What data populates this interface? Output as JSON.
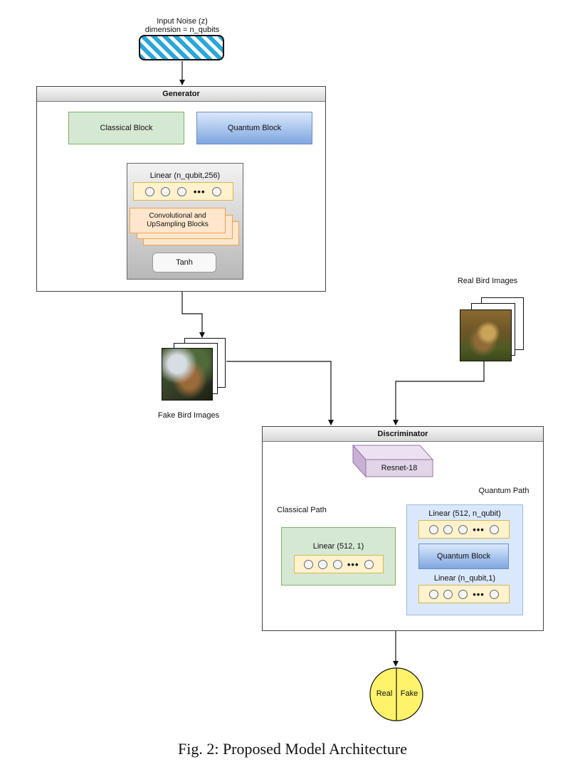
{
  "input_noise": {
    "line1": "Input Noise (z)",
    "line2": "dimension = n_qubits"
  },
  "generator": {
    "title": "Generator",
    "classical_block": "Classical Block",
    "quantum_block": "Quantum Block",
    "linear_label": "Linear (n_qubit,256)",
    "conv_label": "Convolutional and UpSampling Blocks",
    "tanh_label": "Tanh"
  },
  "fake_images_label": "Fake Bird Images",
  "real_images_label": "Real Bird Images",
  "discriminator": {
    "title": "Discriminator",
    "resnet_label": "Resnet-18",
    "classical_path_label": "Classical Path",
    "quantum_path_label": "Quantum Path",
    "classical_linear_label": "Linear (512, 1)",
    "quantum_linear1_label": "Linear (512, n_qubit)",
    "quantum_block_label": "Quantum Block",
    "quantum_linear2_label": "Linear (n_qubit,1)"
  },
  "output": {
    "real": "Real",
    "fake": "Fake"
  },
  "caption": "Fig. 2: Proposed Model Architecture",
  "colors": {
    "noise_stripe": "#2aa7d8",
    "classical_green": "#d5e8d4",
    "quantum_blue": "#7ea6e0",
    "neuron_fill": "#fff2cc",
    "conv_orange": "#ffe6cc",
    "resnet_purple": "#e1d5e7",
    "output_yellow": "#fff36b"
  }
}
